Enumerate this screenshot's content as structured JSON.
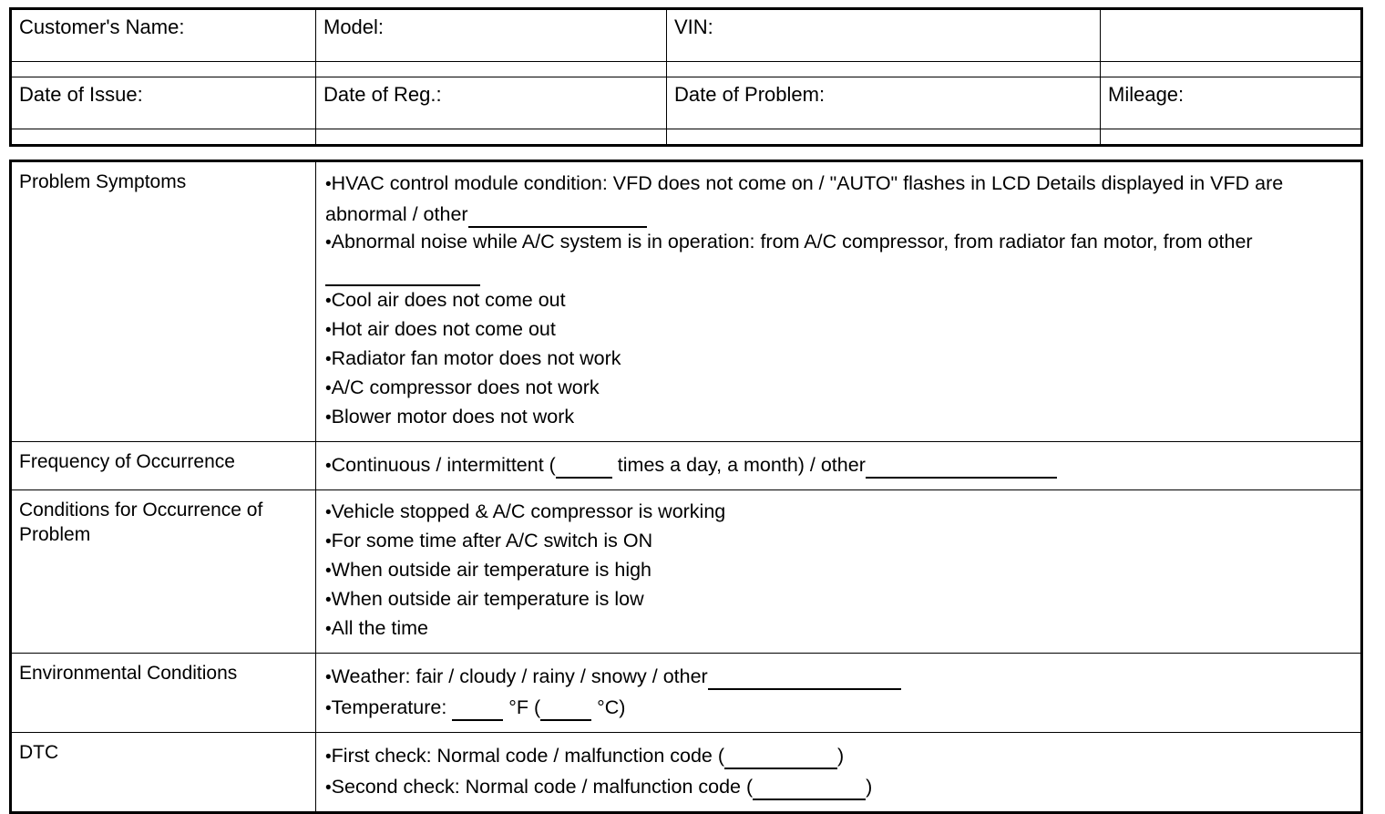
{
  "document": {
    "type": "automotive-diagnostic-problem-sheet",
    "top_table": {
      "rows": [
        {
          "cells": [
            {
              "label": "Customer's Name:"
            },
            {
              "label": "Model:"
            },
            {
              "label": "VIN:"
            },
            {
              "label": ""
            }
          ]
        },
        {
          "cells": [
            {
              "label": "Date of Issue:"
            },
            {
              "label": "Date of Reg.:"
            },
            {
              "label": "Date of Problem:"
            },
            {
              "label": "Mileage:"
            }
          ]
        }
      ]
    },
    "detail_table": {
      "sections": [
        {
          "category": "Problem Symptoms",
          "items": [
            {
              "parts": [
                {
                  "t": "text",
                  "v": "HVAC control module condition: VFD does not come on / \"AUTO\" flashes in LCD Details displayed in VFD are abnormal / other"
                },
                {
                  "t": "blank",
                  "w": "w-long"
                }
              ]
            },
            {
              "parts": [
                {
                  "t": "text",
                  "v": "Abnormal noise while A/C system is in operation: from A/C compressor, from radiator fan motor, from other"
                },
                {
                  "t": "blank",
                  "w": "w-med"
                }
              ]
            },
            {
              "parts": [
                {
                  "t": "text",
                  "v": "Cool air does not come out"
                }
              ]
            },
            {
              "parts": [
                {
                  "t": "text",
                  "v": "Hot air does not come out"
                }
              ]
            },
            {
              "parts": [
                {
                  "t": "text",
                  "v": "Radiator fan motor does not work"
                }
              ]
            },
            {
              "parts": [
                {
                  "t": "text",
                  "v": "A/C compressor does not work"
                }
              ]
            },
            {
              "parts": [
                {
                  "t": "text",
                  "v": "Blower motor does not work"
                }
              ]
            }
          ]
        },
        {
          "category": "Frequency of Occurrence",
          "items": [
            {
              "parts": [
                {
                  "t": "text",
                  "v": "Continuous / intermittent ("
                },
                {
                  "t": "blank",
                  "w": "w-short"
                },
                {
                  "t": "text",
                  "v": " times a day, a month) / other"
                },
                {
                  "t": "blank",
                  "w": "w-freq"
                }
              ]
            }
          ]
        },
        {
          "category": "Conditions for Occurrence of Problem",
          "items": [
            {
              "parts": [
                {
                  "t": "text",
                  "v": "Vehicle stopped & A/C compressor is working"
                }
              ]
            },
            {
              "parts": [
                {
                  "t": "text",
                  "v": "For some time after A/C switch is ON"
                }
              ]
            },
            {
              "parts": [
                {
                  "t": "text",
                  "v": "When outside air temperature is high"
                }
              ]
            },
            {
              "parts": [
                {
                  "t": "text",
                  "v": "When outside air temperature is low"
                }
              ]
            },
            {
              "parts": [
                {
                  "t": "text",
                  "v": "All the time"
                }
              ]
            }
          ]
        },
        {
          "category": "Environmental Conditions",
          "items": [
            {
              "parts": [
                {
                  "t": "text",
                  "v": "Weather: fair / cloudy / rainy / snowy / other"
                },
                {
                  "t": "blank",
                  "w": "w-weather"
                }
              ]
            },
            {
              "parts": [
                {
                  "t": "text",
                  "v": "Temperature: "
                },
                {
                  "t": "blank",
                  "w": "w-xshort"
                },
                {
                  "t": "text",
                  "v": " °F ("
                },
                {
                  "t": "blank",
                  "w": "w-xshort"
                },
                {
                  "t": "text",
                  "v": " °C)"
                }
              ]
            }
          ]
        },
        {
          "category": "DTC",
          "items": [
            {
              "parts": [
                {
                  "t": "text",
                  "v": "First check: Normal code / malfunction code ("
                },
                {
                  "t": "blank",
                  "w": "w-code"
                },
                {
                  "t": "text",
                  "v": ")"
                }
              ]
            },
            {
              "parts": [
                {
                  "t": "text",
                  "v": "Second check: Normal code / malfunction code ("
                },
                {
                  "t": "blank",
                  "w": "w-code"
                },
                {
                  "t": "text",
                  "v": ")"
                }
              ]
            }
          ]
        }
      ]
    },
    "glyphs": {
      "bullet": "•"
    },
    "colors": {
      "ink": "#000000",
      "paper": "#ffffff"
    }
  }
}
